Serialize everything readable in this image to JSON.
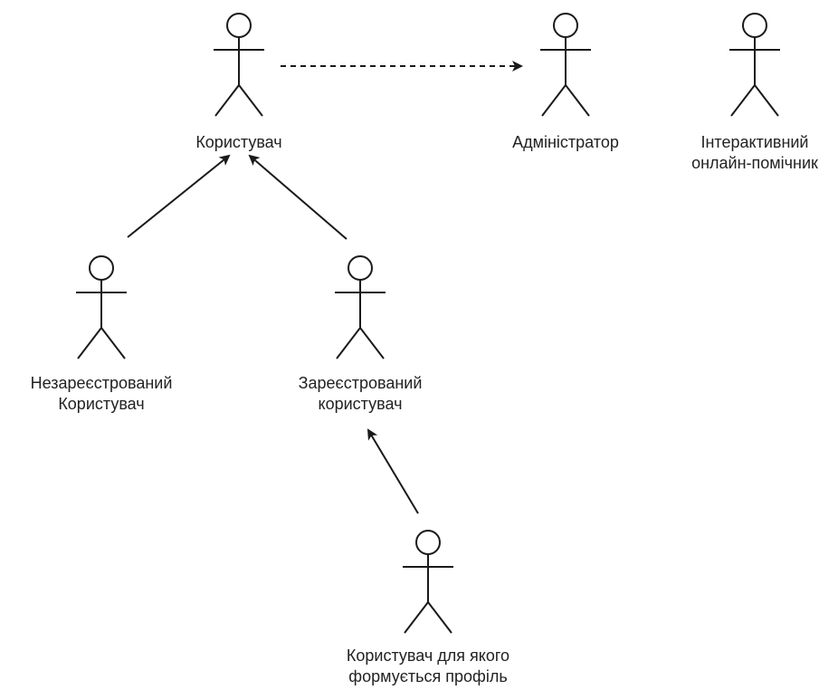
{
  "diagram": {
    "actors": {
      "user": {
        "lines": [
          "Користувач"
        ]
      },
      "admin": {
        "lines": [
          "Адміністратор"
        ]
      },
      "assistant": {
        "lines": [
          "Інтерактивний",
          "онлайн-помічник"
        ]
      },
      "unregistered": {
        "lines": [
          "Незареєстрований",
          "Користувач"
        ]
      },
      "registered": {
        "lines": [
          "Зареєстрований",
          "користувач"
        ]
      },
      "profiled": {
        "lines": [
          "Користувач для якого",
          "формується профіль"
        ]
      }
    },
    "relations": [
      {
        "from": "user",
        "to": "admin",
        "kind": "dependency"
      },
      {
        "from": "unregistered",
        "to": "user",
        "kind": "association"
      },
      {
        "from": "registered",
        "to": "user",
        "kind": "association"
      },
      {
        "from": "profiled",
        "to": "registered",
        "kind": "association"
      }
    ],
    "colors": {
      "stroke": "#1a1a1a",
      "text": "#222222"
    }
  }
}
